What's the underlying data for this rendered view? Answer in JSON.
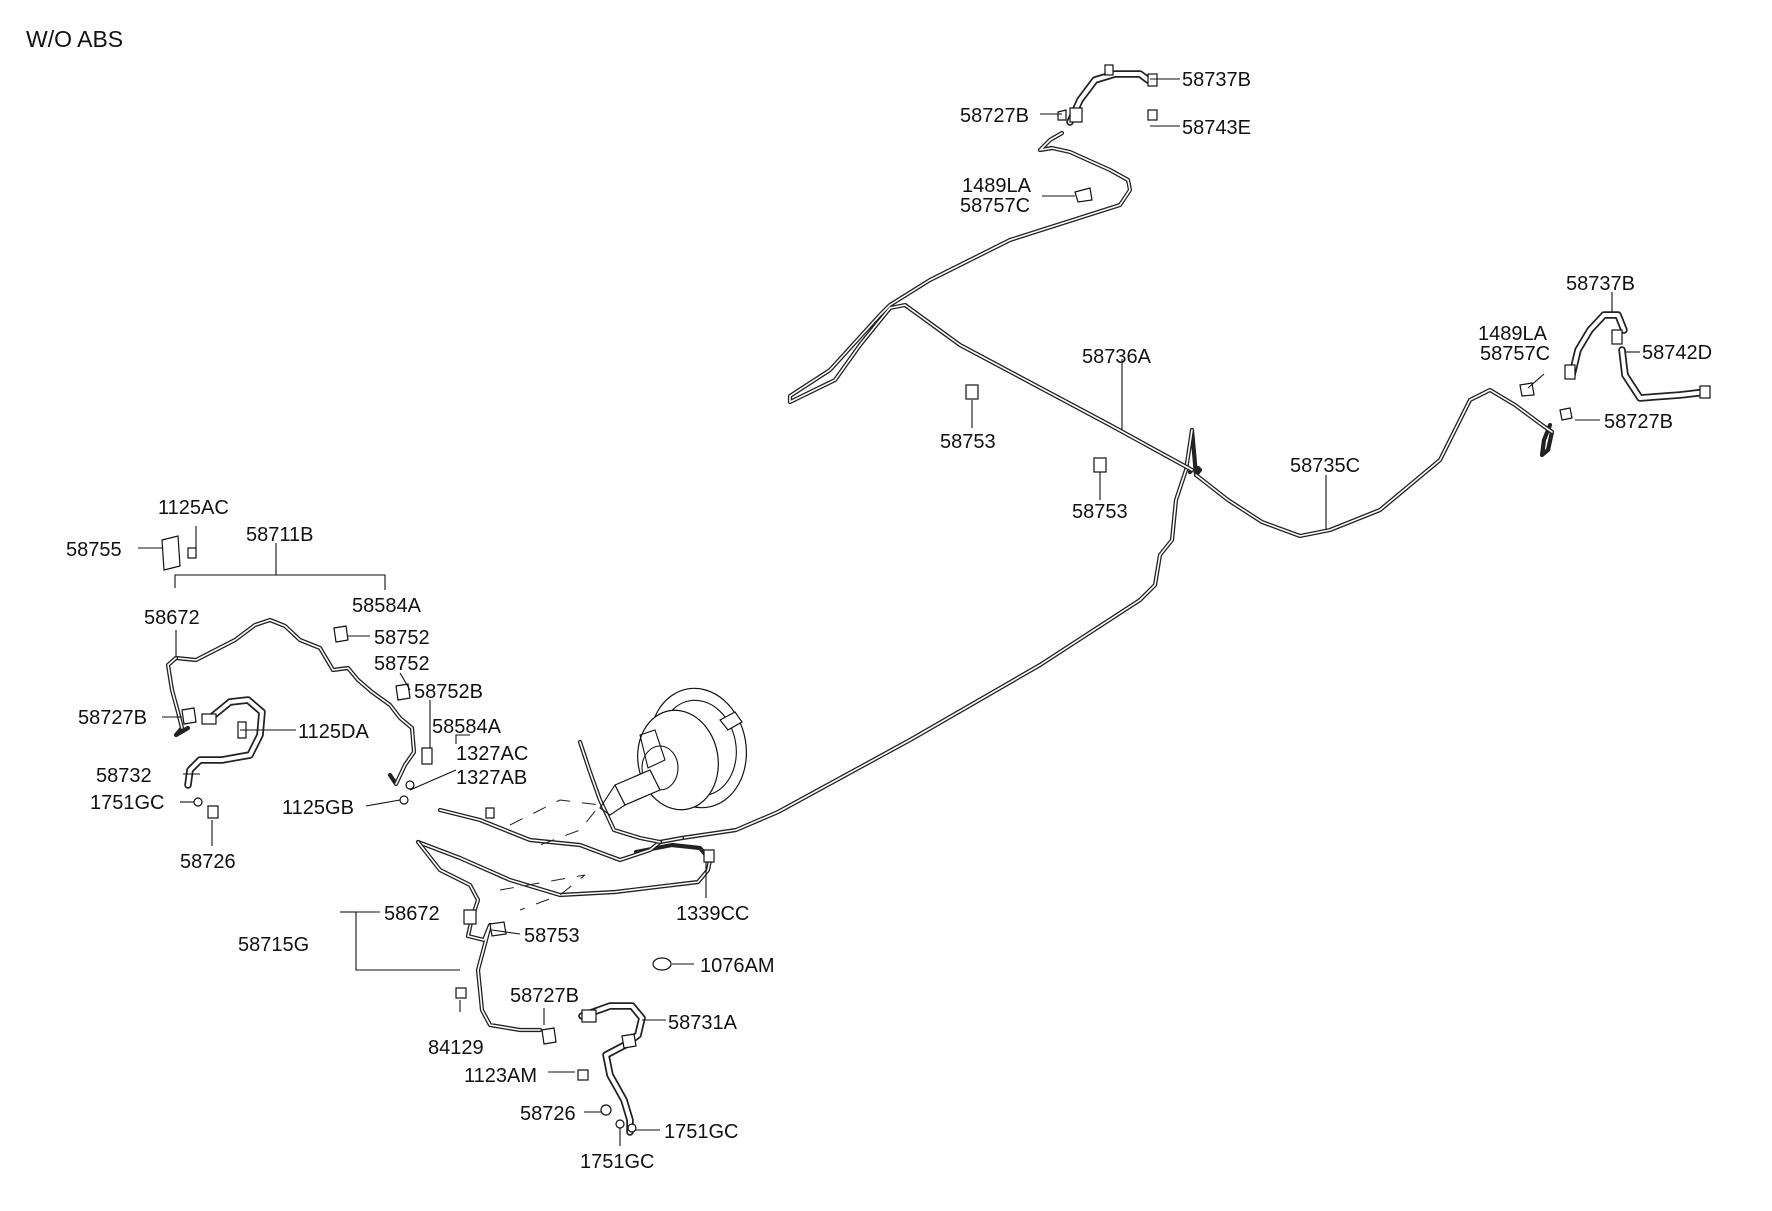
{
  "title": "W/O ABS",
  "labels": [
    {
      "id": "58737B",
      "text": "58737B"
    },
    {
      "id": "58727B",
      "text": "58727B"
    },
    {
      "id": "58743E",
      "text": "58743E"
    },
    {
      "id": "1489LA",
      "text": "1489LA"
    },
    {
      "id": "58757C",
      "text": "58757C"
    },
    {
      "id": "58737B",
      "text": "58737B"
    },
    {
      "id": "1489LA",
      "text": "1489LA"
    },
    {
      "id": "58742D",
      "text": "58742D"
    },
    {
      "id": "58757C",
      "text": "58757C"
    },
    {
      "id": "58736A",
      "text": "58736A"
    },
    {
      "id": "58727B",
      "text": "58727B"
    },
    {
      "id": "58753",
      "text": "58753"
    },
    {
      "id": "58735C",
      "text": "58735C"
    },
    {
      "id": "58753",
      "text": "58753"
    },
    {
      "id": "1125AC",
      "text": "1125AC"
    },
    {
      "id": "58711B",
      "text": "58711B"
    },
    {
      "id": "58755",
      "text": "58755"
    },
    {
      "id": "58584A",
      "text": "58584A"
    },
    {
      "id": "58672",
      "text": "58672"
    },
    {
      "id": "58752",
      "text": "58752"
    },
    {
      "id": "58752",
      "text": "58752"
    },
    {
      "id": "58752B",
      "text": "58752B"
    },
    {
      "id": "58727B",
      "text": "58727B"
    },
    {
      "id": "58584A",
      "text": "58584A"
    },
    {
      "id": "1125DA",
      "text": "1125DA"
    },
    {
      "id": "1327AC",
      "text": "1327AC"
    },
    {
      "id": "58732",
      "text": "58732"
    },
    {
      "id": "1327AB",
      "text": "1327AB"
    },
    {
      "id": "1751GC",
      "text": "1751GC"
    },
    {
      "id": "1125GB",
      "text": "1125GB"
    },
    {
      "id": "58726",
      "text": "58726"
    },
    {
      "id": "1339CC",
      "text": "1339CC"
    },
    {
      "id": "58672",
      "text": "58672"
    },
    {
      "id": "58715G",
      "text": "58715G"
    },
    {
      "id": "58753",
      "text": "58753"
    },
    {
      "id": "1076AM",
      "text": "1076AM"
    },
    {
      "id": "58727B",
      "text": "58727B"
    },
    {
      "id": "58731A",
      "text": "58731A"
    },
    {
      "id": "84129",
      "text": "84129"
    },
    {
      "id": "1123AM",
      "text": "1123AM"
    },
    {
      "id": "58726",
      "text": "58726"
    },
    {
      "id": "1751GC",
      "text": "1751GC"
    },
    {
      "id": "1751GC",
      "text": "1751GC"
    }
  ]
}
